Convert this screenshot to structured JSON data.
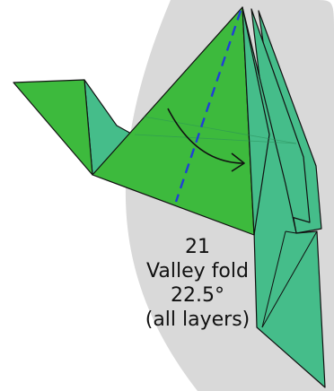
{
  "step": {
    "number": "21",
    "title": "Valley fold",
    "angle": "22.5°",
    "note": "(all layers)"
  },
  "colors": {
    "background": "#ffffff",
    "swoosh": "#d9d9d9",
    "front_green": "#3dba3d",
    "teal_green": "#45bd8a",
    "outline": "#111111",
    "fold_line": "#1f3fd6",
    "arrow": "#111111"
  },
  "icons": {
    "fold_line": "dashed-valley-fold-line",
    "arrow": "curved-fold-arrow"
  }
}
